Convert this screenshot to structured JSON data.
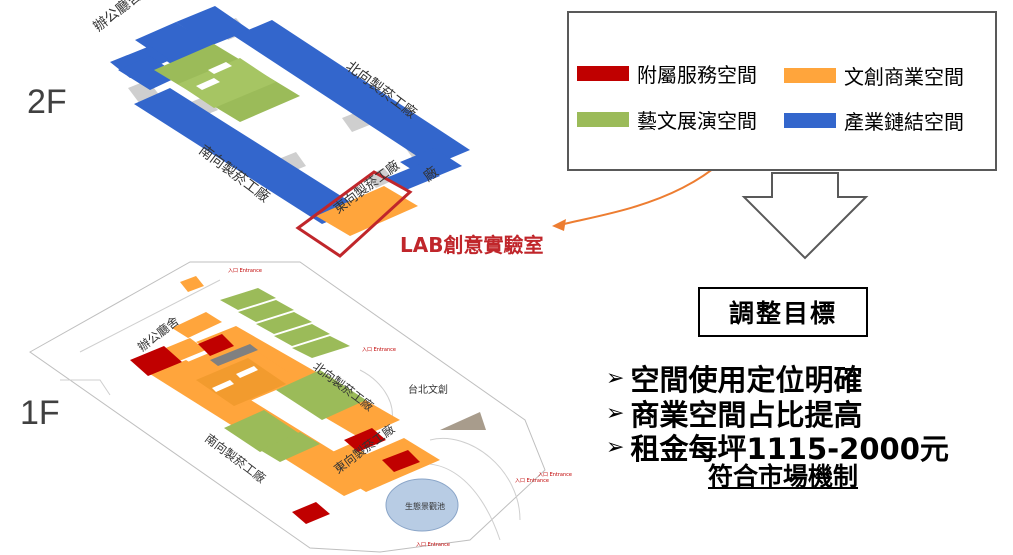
{
  "floors": {
    "upper": "2F",
    "lower": "1F"
  },
  "legend": [
    {
      "label": "附屬服務空間",
      "color": "#c00000"
    },
    {
      "label": "文創商業空間",
      "color": "#ffa53c"
    },
    {
      "label": "藝文展演空間",
      "color": "#9bbb59"
    },
    {
      "label": "產業鏈結空間",
      "color": "#3366cc"
    }
  ],
  "building_labels": {
    "office_hall": "辦公廳舍",
    "north_factory": "北向製菸工廠",
    "south_factory": "南向製菸工廠",
    "east_factory": "東向製菸工廠",
    "east_factory_partial": "廠",
    "songshan_culture": "台北文創",
    "eco_pond": "生態景觀池",
    "entrance": "入口 Entrance"
  },
  "lab_label": "LAB創意實驗室",
  "goals": {
    "title": "調整目標",
    "items": [
      "空間使用定位明確",
      "商業空間占比提高",
      "租金每坪1115-2000元"
    ],
    "subtext": "符合市場機制",
    "bullet": "➢"
  }
}
